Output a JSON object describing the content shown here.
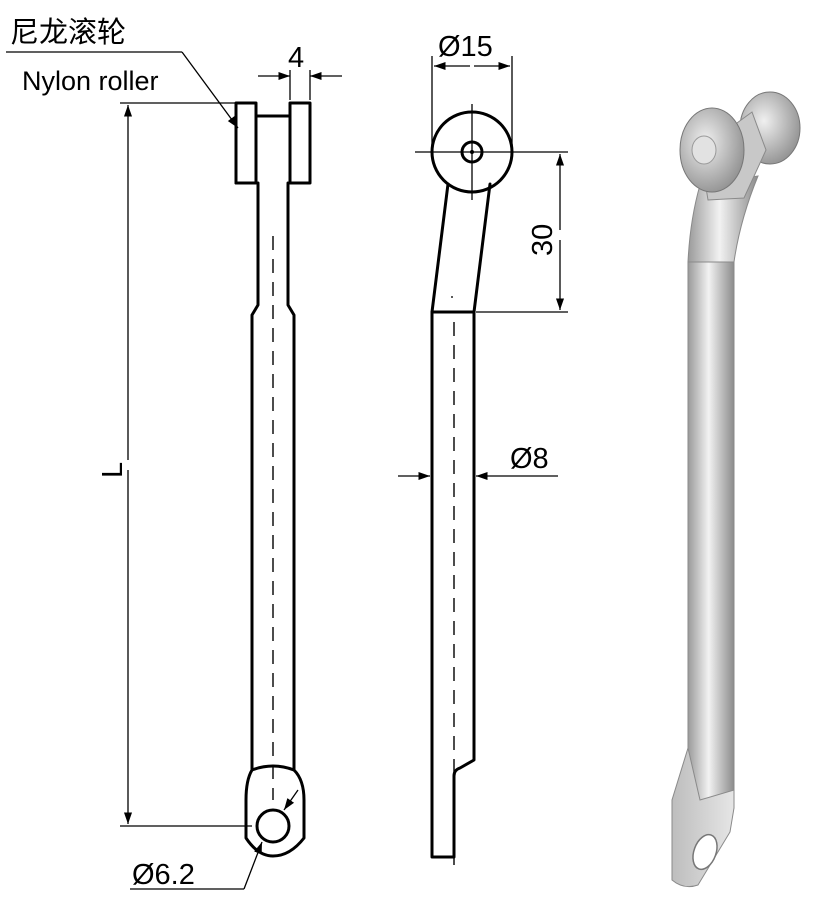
{
  "labels": {
    "roller_cn": "尼龙滚轮",
    "roller_en": "Nylon roller",
    "dim_width": "4",
    "dim_length": "L",
    "dim_hole": "Ø6.2",
    "dim_roller_dia": "Ø15",
    "dim_offset": "30",
    "dim_rod_dia": "Ø8"
  },
  "colors": {
    "line": "#000000",
    "metal_light": "#e8e8e8",
    "metal_dark": "#8a8a8a"
  }
}
